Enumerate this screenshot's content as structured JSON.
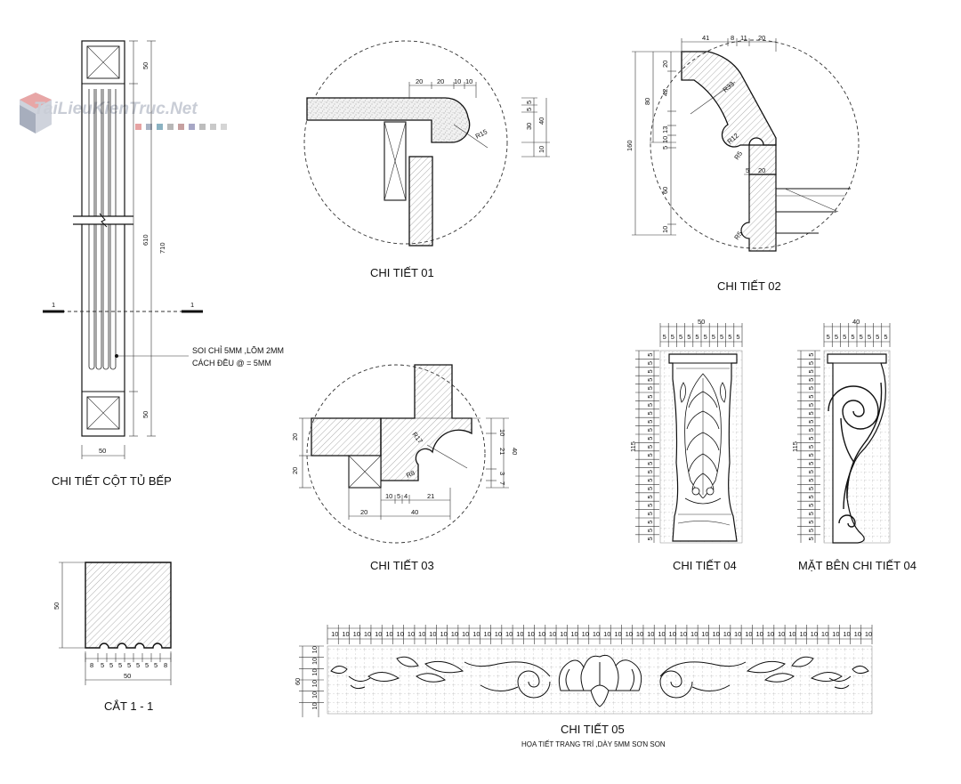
{
  "watermark": {
    "text": "TaiLieuKienTruc.Net"
  },
  "column": {
    "title": "CHI TIẾT CỘT TỦ BẾP",
    "dims": {
      "top": "50",
      "middle": "610",
      "overall": "710",
      "bottom": "50",
      "width": "50"
    },
    "section_mark": "1",
    "note_line1": "SOI CHỈ 5MM ,LÕM 2MM",
    "note_line2": "CÁCH ĐỀU @ = 5MM"
  },
  "detail01": {
    "title": "CHI TIẾT 01",
    "top_dims": [
      "20",
      "20",
      "10",
      "10"
    ],
    "right_dims": [
      "5",
      "5",
      "30",
      "40",
      "10"
    ],
    "radius": "R15"
  },
  "detail02": {
    "title": "CHI TIẾT 02",
    "top_dims": [
      "41",
      "8",
      "11",
      "20"
    ],
    "left_dims": [
      "20",
      "42",
      "80",
      "13",
      "10",
      "5",
      "160",
      "60",
      "10"
    ],
    "radii": [
      "R33",
      "R12",
      "R5",
      "R5"
    ],
    "small_dims": [
      "5",
      "20"
    ]
  },
  "detail03": {
    "title": "CHI TIẾT 03",
    "left_dims": [
      "20",
      "20"
    ],
    "right_dims": [
      "10",
      "21",
      "40",
      "3",
      "7"
    ],
    "bottom_dims": [
      "10",
      "5",
      "4",
      "21"
    ],
    "bottom2_dims": [
      "20",
      "40"
    ],
    "radii": [
      "R17",
      "R8"
    ]
  },
  "detail04": {
    "title": "CHI TIẾT 04",
    "width": "50",
    "height": "115",
    "cell": "5"
  },
  "detail04_side": {
    "title": "MẶT BÊN CHI TIẾT 04",
    "width": "40",
    "height": "115",
    "cell": "5"
  },
  "section11": {
    "title": "CẮT 1 - 1",
    "height": "50",
    "width": "50",
    "bottom_dims": [
      "8",
      "5",
      "5",
      "5",
      "5",
      "5",
      "5",
      "5",
      "8"
    ]
  },
  "detail05": {
    "title": "CHI TIẾT 05",
    "subtitle": "HỌA TIẾT TRANG TRÍ ,DÀY 5MM SƠN SON",
    "height": "60",
    "cell": "10"
  }
}
